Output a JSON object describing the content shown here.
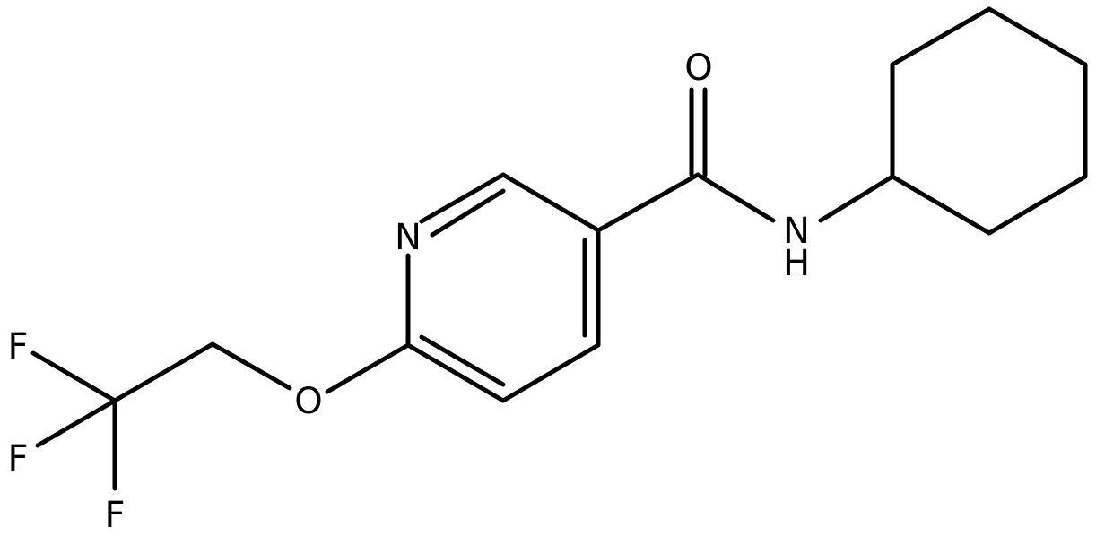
{
  "diagram": {
    "type": "chemical-structure",
    "atom_labels": {
      "oxygen_carbonyl": "O",
      "nitrogen_ring": "N",
      "nitrogen_amide": "N",
      "hydrogen_amide": "H",
      "oxygen_ether": "O",
      "fluorine_1": "F",
      "fluorine_2": "F",
      "fluorine_3": "F"
    },
    "colors": {
      "bond": "#000000",
      "label": "#000000",
      "background": "#ffffff"
    }
  }
}
